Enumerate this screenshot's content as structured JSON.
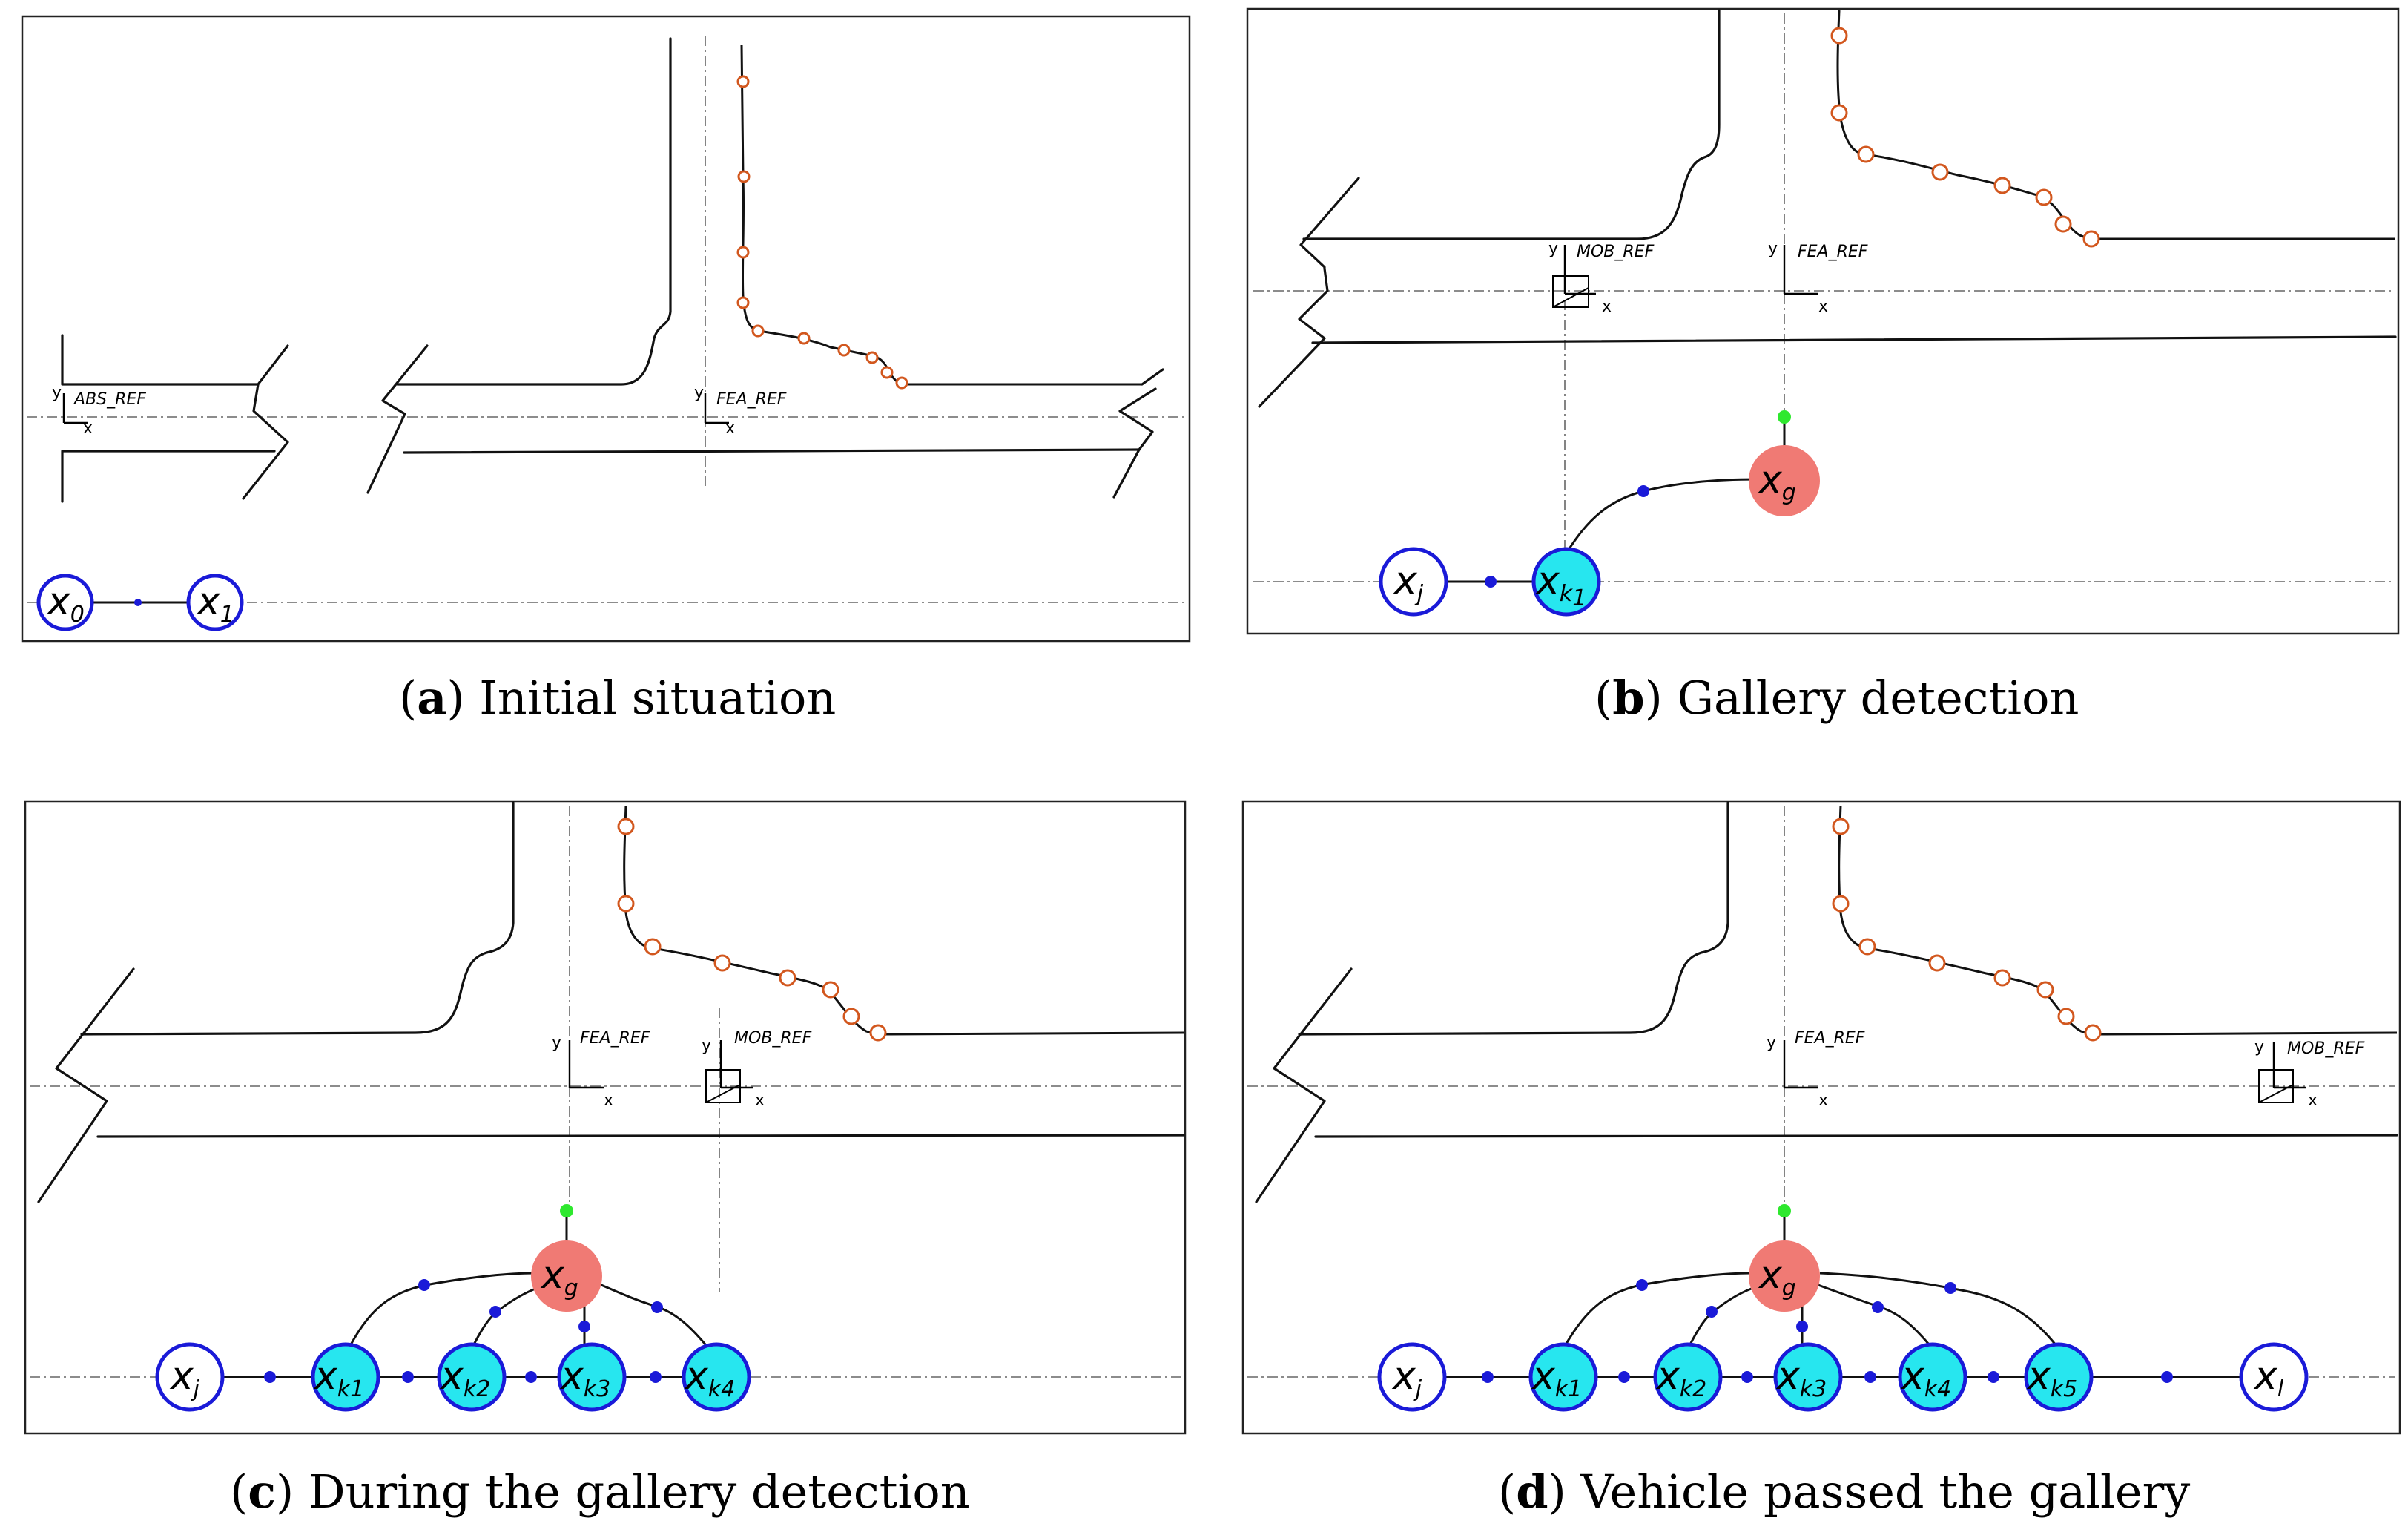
{
  "panels": [
    {
      "id": "a",
      "caption_letter": "a",
      "caption_text": "Initial situation",
      "references": [
        "ABS_REF",
        "FEA_REF"
      ],
      "nodes": [
        "x0",
        "x1"
      ]
    },
    {
      "id": "b",
      "caption_letter": "b",
      "caption_text": "Gallery detection",
      "references": [
        "MOB_REF",
        "FEA_REF"
      ],
      "nodes": [
        "xj",
        "xk1",
        "xg"
      ]
    },
    {
      "id": "c",
      "caption_letter": "c",
      "caption_text": "During the gallery detection",
      "references": [
        "FEA_REF",
        "MOB_REF"
      ],
      "nodes": [
        "xj",
        "xk1",
        "xk2",
        "xk3",
        "xk4",
        "xg"
      ]
    },
    {
      "id": "d",
      "caption_letter": "d",
      "caption_text": "Vehicle passed the gallery",
      "references": [
        "FEA_REF",
        "MOB_REF"
      ],
      "nodes": [
        "xj",
        "xk1",
        "xk2",
        "xk3",
        "xk4",
        "xk5",
        "xl",
        "xg"
      ]
    }
  ],
  "labels": {
    "abs_ref": "ABS_REF",
    "fea_ref": "FEA_REF",
    "mob_ref": "MOB_REF",
    "axis_x": "x",
    "axis_y": "y"
  },
  "node_labels": {
    "x_main": "x",
    "sub_0": "0",
    "sub_1": "1",
    "sub_j": "j",
    "sub_g": "g",
    "sub_k1": "k1",
    "sub_k2": "k2",
    "sub_k3": "k3",
    "sub_k4": "k4",
    "sub_k5": "k5",
    "sub_l": "l",
    "k_base": "k",
    "k_sub1": "1"
  },
  "captions": {
    "a_letter": "a",
    "a_text": "Initial situation",
    "b_letter": "b",
    "b_text": "Gallery detection",
    "c_letter": "c",
    "c_text": "During the gallery detection",
    "d_letter": "d",
    "d_text": "Vehicle passed the gallery"
  },
  "colors": {
    "landmark": "#d2571e",
    "factor": "#1a1ad8",
    "active_node": "#27e6ef",
    "gallery_node": "#f07a74",
    "gallery_anchor": "#2ee82e"
  }
}
